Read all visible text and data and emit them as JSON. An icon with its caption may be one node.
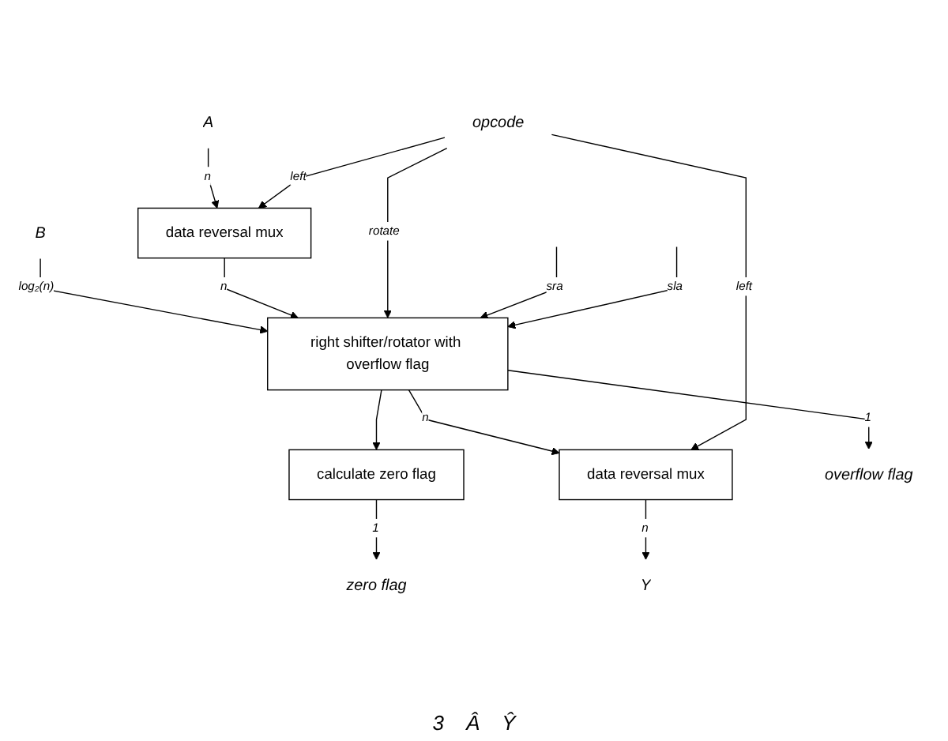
{
  "diagram": {
    "nodes": [
      {
        "text": [
          "B"
        ]
      },
      {
        "text": [
          "A"
        ]
      },
      {
        "text": [
          "opcode"
        ]
      },
      {
        "text": [
          "data reversal mux"
        ]
      },
      {
        "text": [
          "right shifter/rotator with overflow flag"
        ]
      },
      {
        "text": [
          "calculate zero flag"
        ]
      },
      {
        "text": [
          "data reversal mux"
        ]
      },
      {
        "text": [
          "zero flag"
        ]
      },
      {
        "text": [
          "Y"
        ]
      },
      {
        "text": [
          "overflow flag"
        ]
      }
    ],
    "edges": [
      {
        "from": 0,
        "to": 4,
        "arrow": "to",
        "label": "log₂(n)"
      },
      {
        "from": 1,
        "to": 3,
        "arrow": "to",
        "label": "n"
      },
      {
        "from": 2,
        "to": 3,
        "arrow": "to",
        "label": "left"
      },
      {
        "from": 3,
        "to": 4,
        "arrow": "to",
        "label": "n"
      },
      {
        "from": 2,
        "to": 4,
        "arrow": "to",
        "label": "rotate"
      },
      {
        "from": null,
        "to": 4,
        "arrow": "to",
        "label": "sra"
      },
      {
        "from": null,
        "to": 4,
        "arrow": "to",
        "label": "sla"
      },
      {
        "from": 4,
        "to": 5,
        "arrow": "to"
      },
      {
        "from": 4,
        "to": 6,
        "arrow": "to",
        "label": "n"
      },
      {
        "from": 2,
        "to": 6,
        "arrow": "to",
        "label": "left"
      },
      {
        "from": 4,
        "to": 9,
        "arrow": "to",
        "label": "1"
      },
      {
        "from": 5,
        "to": 7,
        "arrow": "to",
        "label": "1"
      },
      {
        "from": 6,
        "to": 8,
        "arrow": "to",
        "label": "n"
      }
    ],
    "labels": [
      "3",
      "Â",
      "Ŷ"
    ]
  }
}
